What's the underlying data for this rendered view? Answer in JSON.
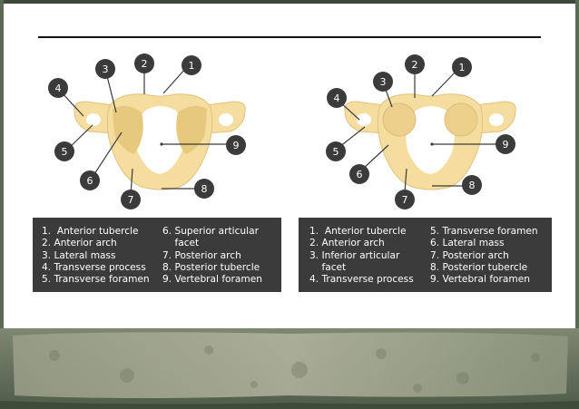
{
  "figures": [
    {
      "name": "superior-view",
      "callouts": [
        "1",
        "2",
        "3",
        "4",
        "5",
        "6",
        "7",
        "8",
        "9"
      ],
      "legend_left": [
        "1.  Anterior tubercle",
        "2. Anterior arch",
        "3. Lateral mass",
        "4. Transverse process",
        "5. Transverse foramen"
      ],
      "legend_right": [
        "6. Superior articular",
        "    facet",
        "7. Posterior arch",
        "8. Posterior tubercle",
        "9. Vertebral foramen"
      ]
    },
    {
      "name": "inferior-view",
      "callouts": [
        "1",
        "2",
        "3",
        "4",
        "5",
        "6",
        "7",
        "8",
        "9"
      ],
      "legend_left": [
        "1.  Anterior tubercle",
        "2. Anterior arch",
        "3. Inferior articular",
        "    facet",
        "4. Transverse process"
      ],
      "legend_right": [
        "5. Transverse foramen",
        "6. Lateral mass",
        "7. Posterior arch",
        "8. Posterior tubercle",
        "9. Vertebral foramen"
      ]
    }
  ],
  "colors": {
    "bone": "#f4dd9f",
    "bone_shade": "#e7c97e",
    "callout": "#3b3b3b",
    "legend_bg": "#3b3b3b",
    "frame": "#56654f"
  }
}
